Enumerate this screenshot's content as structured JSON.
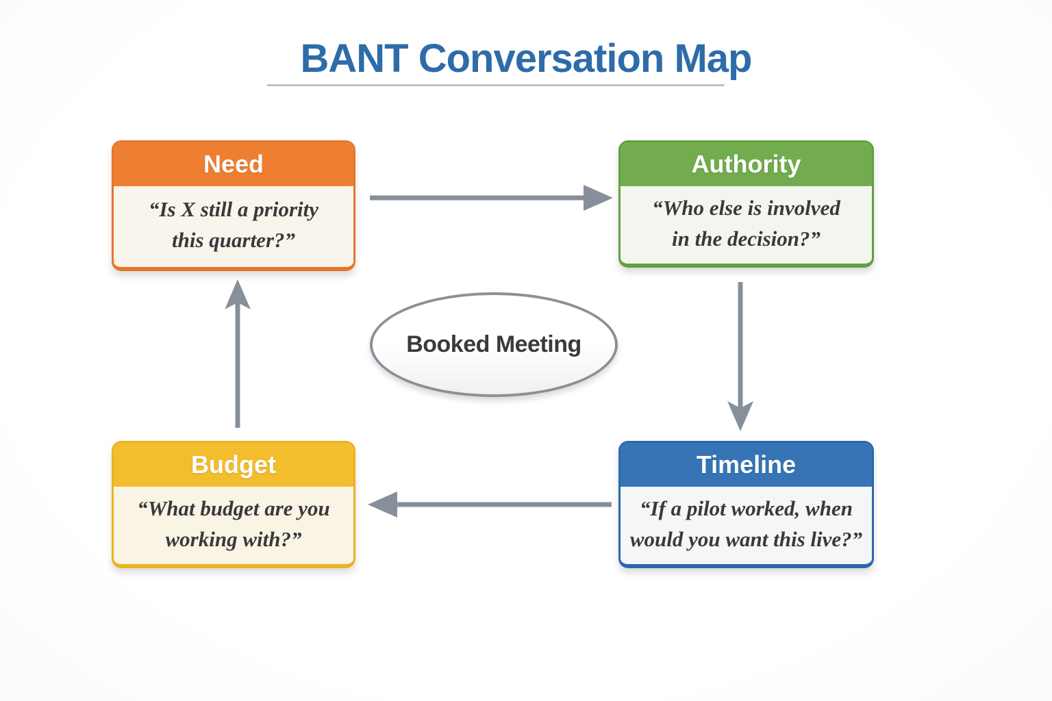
{
  "title": {
    "text": "BANT Conversation Map",
    "color": "#2d6ca8",
    "underline_color": "#b9bfc4"
  },
  "nodes": [
    {
      "id": "need",
      "label": "Need",
      "quote_lines": [
        "“Is X still a priority",
        "this quarter?”"
      ],
      "header_color": "#ee7f31",
      "border_color": "#e4762c",
      "body_color": "#faf5ec"
    },
    {
      "id": "authority",
      "label": "Authority",
      "quote_lines": [
        "“Who else is involved",
        "in the decision?”"
      ],
      "header_color": "#72ac4e",
      "border_color": "#63a041",
      "body_color": "#f3f6f0"
    },
    {
      "id": "timeline",
      "label": "Timeline",
      "quote_lines": [
        "“If a pilot worked, when",
        "would you want this live?”"
      ],
      "header_color": "#3674b5",
      "border_color": "#2d67ab",
      "body_color": "#f4f6f8"
    },
    {
      "id": "budget",
      "label": "Budget",
      "quote_lines": [
        "“What budget are you",
        "working with?”"
      ],
      "header_color": "#f3bd2e",
      "border_color": "#e9b322",
      "body_color": "#faf4e4"
    }
  ],
  "center_node": {
    "label": "Booked Meeting",
    "border_color": "#8a9099",
    "text_color": "#3a3a3b"
  },
  "arrows": {
    "color": "#87909a",
    "connections": [
      {
        "from": "need",
        "to": "authority"
      },
      {
        "from": "authority",
        "to": "timeline"
      },
      {
        "from": "timeline",
        "to": "budget"
      },
      {
        "from": "budget",
        "to": "need"
      }
    ]
  }
}
